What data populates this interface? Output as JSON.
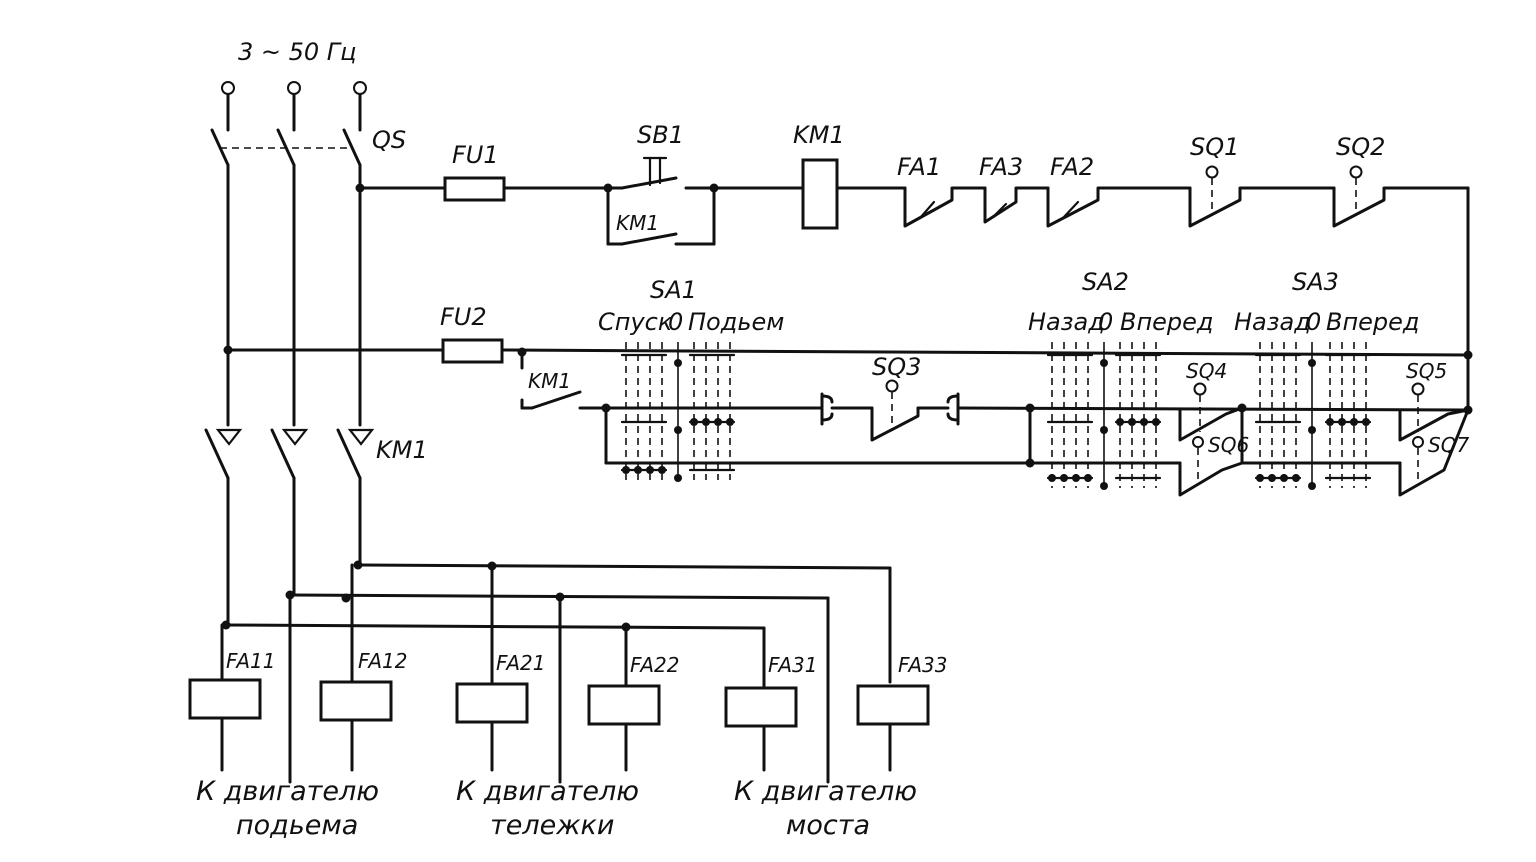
{
  "supply": {
    "label": "3 ~ 50 Гц"
  },
  "components": {
    "qs": "QS",
    "fu1": "FU1",
    "fu2": "FU2",
    "sb1": "SB1",
    "km1_coil": "KM1",
    "km1_hold": "KM1",
    "km1_contact2": "KM1",
    "km1_main": "KM1",
    "fa1": "FA1",
    "fa3": "FA3",
    "fa2": "FA2",
    "sq1": "SQ1",
    "sq2": "SQ2",
    "sq3": "SQ3",
    "sq4": "SQ4",
    "sq5": "SQ5",
    "sq6": "SQ6",
    "sq7": "SQ7"
  },
  "controllers": {
    "sa1": {
      "name": "SA1",
      "left": "Спуск",
      "zero": "0",
      "right": "Подьем"
    },
    "sa2": {
      "name": "SA2",
      "left": "Назад",
      "zero": "0",
      "right": "Вперед"
    },
    "sa3": {
      "name": "SA3",
      "left": "Назад",
      "zero": "0",
      "right": "Вперед"
    }
  },
  "relays": [
    "FA11",
    "FA12",
    "FA21",
    "FA22",
    "FA31",
    "FA33"
  ],
  "motors": [
    {
      "line1": "К двигателю",
      "line2": "подьема"
    },
    {
      "line1": "К двигателю",
      "line2": "тележки"
    },
    {
      "line1": "К двигателю",
      "line2": "моста"
    }
  ]
}
